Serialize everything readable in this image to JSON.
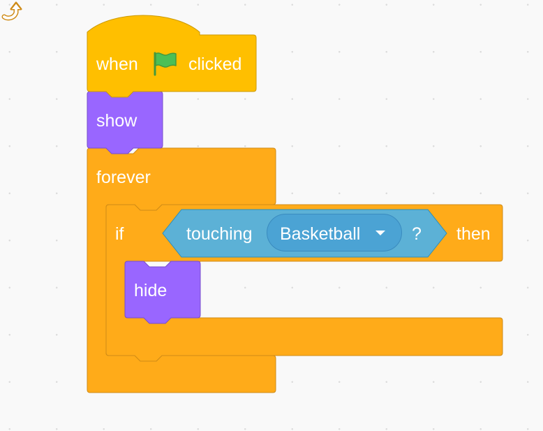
{
  "colors": {
    "events": "#ffbf00",
    "events_border": "#cc9900",
    "looks": "#9966ff",
    "looks_border": "#774dcb",
    "control": "#ffab19",
    "control_border": "#cf8b17",
    "sensing": "#5cb1d6",
    "sensing_border": "#2e8eb8",
    "sensing_menu": "#4ba3d4",
    "flag_green": "#4cbf56",
    "background": "#f9f9f9"
  },
  "script": {
    "hat": {
      "when_label": "when",
      "flag_icon": "green-flag-icon",
      "clicked_label": "clicked"
    },
    "show_label": "show",
    "forever": {
      "label": "forever",
      "loop_icon": "loop-arrow-icon"
    },
    "if_block": {
      "if_label": "if",
      "then_label": "then",
      "condition": {
        "label": "touching",
        "menu_value": "Basketball",
        "menu_icon": "dropdown-arrow-icon",
        "suffix": "?"
      }
    },
    "hide_label": "hide"
  }
}
